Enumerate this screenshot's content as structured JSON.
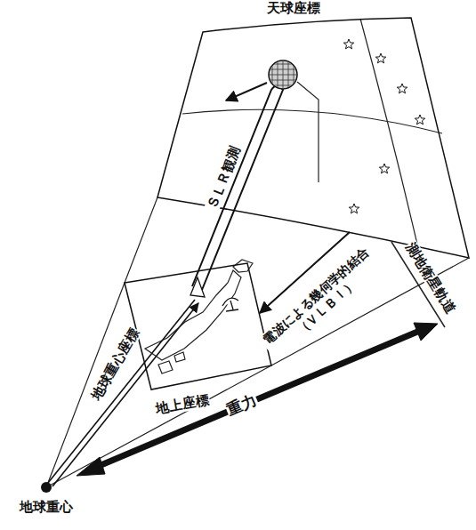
{
  "diagram": {
    "nodes": [
      {
        "text": [
          "天球座標"
        ]
      },
      {
        "text": [
          "地上座標"
        ]
      },
      {
        "text": [
          "地球重心"
        ]
      }
    ],
    "edges": [
      {
        "from": 0,
        "to": 1,
        "arrow": "to",
        "label": "電波による幾何学的結合 （ＶＬＢＩ）"
      }
    ],
    "labels": [
      "ＳＬＲ観測",
      "地球重心座標",
      "測地衛星軌道",
      "重力"
    ]
  }
}
